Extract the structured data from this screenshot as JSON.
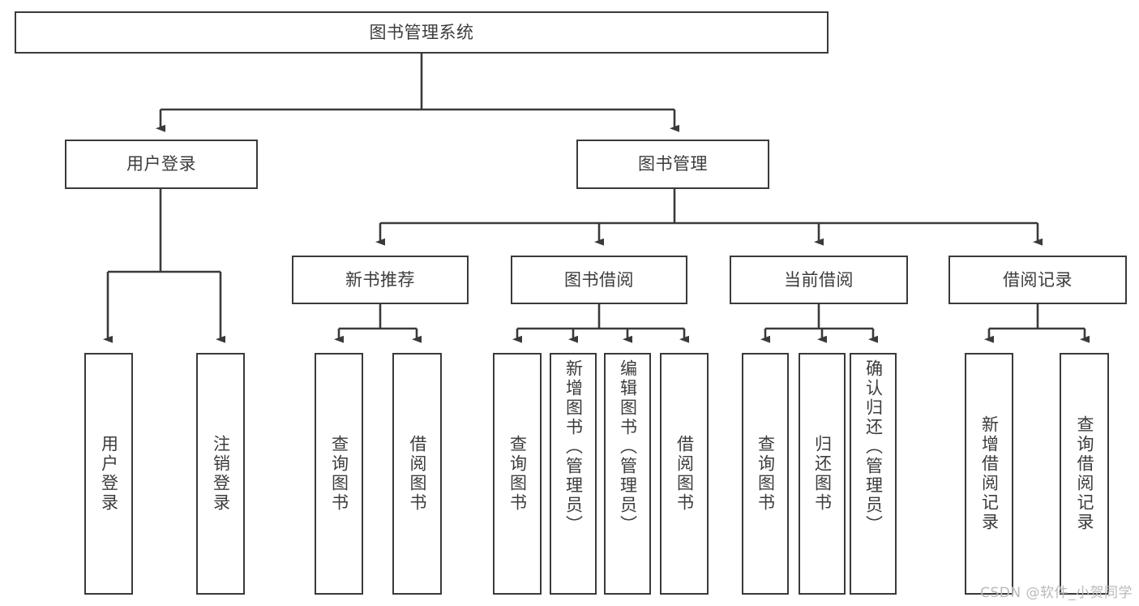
{
  "diagram": {
    "title": "图书管理系统",
    "type": "tree",
    "watermark": "CSDN @软件_小贺同学",
    "colors": {
      "background": "#ffffff",
      "box_fill": "#ffffff",
      "box_border": "#3a3a3a",
      "connector": "#3a3a3a",
      "text": "#3c3c3c",
      "watermark": "#b9b9b9"
    },
    "root": {
      "label": "图书管理系统"
    },
    "tier2": [
      {
        "label": "用户登录"
      },
      {
        "label": "图书管理"
      }
    ],
    "tier3": [
      {
        "label": "新书推荐"
      },
      {
        "label": "图书借阅"
      },
      {
        "label": "当前借阅"
      },
      {
        "label": "借阅记录"
      }
    ],
    "leaves": {
      "user_login": [
        {
          "label": "用户登录"
        },
        {
          "label": "注销登录"
        }
      ],
      "new_book_recommend": [
        {
          "label": "查询图书"
        },
        {
          "label": "借阅图书"
        }
      ],
      "book_borrow": [
        {
          "label": "查询图书"
        },
        {
          "label": "新增图书（管理员）"
        },
        {
          "label": "编辑图书（管理员）"
        },
        {
          "label": "借阅图书"
        }
      ],
      "current_borrow": [
        {
          "label": "查询图书"
        },
        {
          "label": "归还图书"
        },
        {
          "label": "确认归还（管理员）"
        }
      ],
      "borrow_record": [
        {
          "label": "新增借阅记录"
        },
        {
          "label": "查询借阅记录"
        }
      ]
    }
  }
}
